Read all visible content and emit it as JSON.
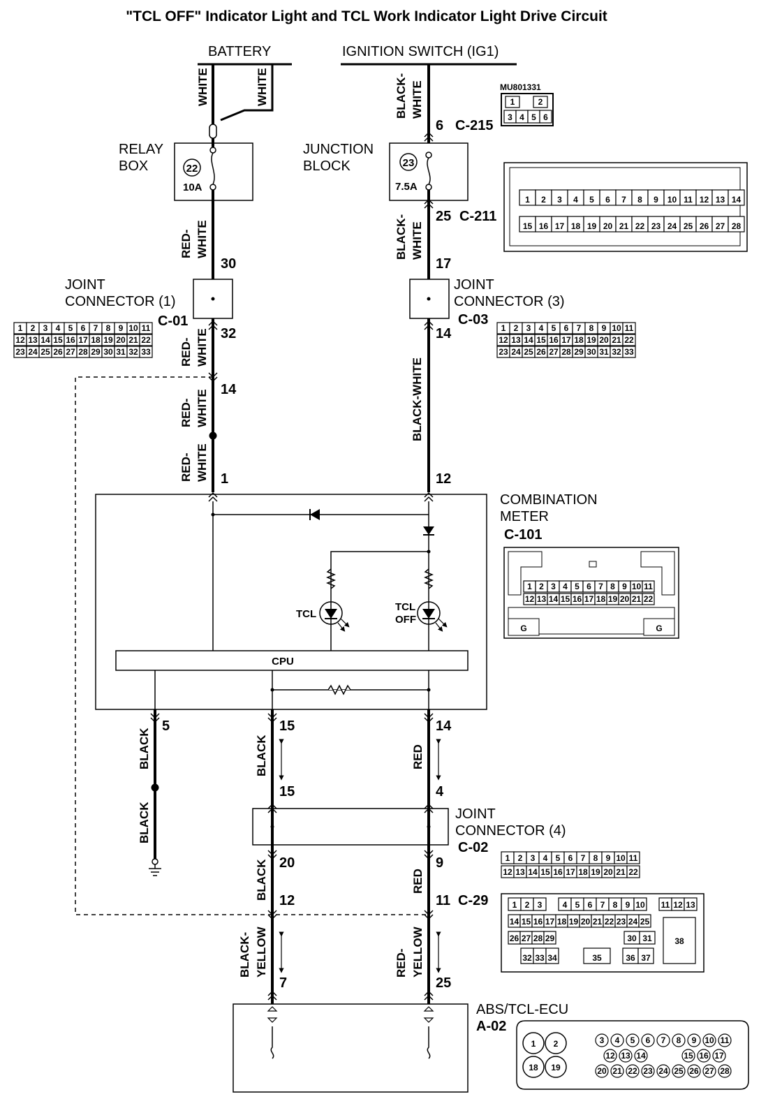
{
  "title": "\"TCL OFF\" Indicator Light and TCL Work Indicator Light Drive Circuit",
  "sources": {
    "battery": "BATTERY",
    "ignition": "IGNITION SWITCH (IG1)"
  },
  "relay_box": {
    "line1": "RELAY",
    "line2": "BOX",
    "fuse_no": "22",
    "fuse_rating": "10A"
  },
  "junction_block": {
    "line1": "JUNCTION",
    "line2": "BLOCK",
    "fuse_no": "23",
    "fuse_rating": "7.5A"
  },
  "joint1": {
    "line1": "JOINT",
    "line2": "CONNECTOR (1)",
    "code": "C-01"
  },
  "joint3": {
    "line1": "JOINT",
    "line2": "CONNECTOR (3)",
    "code": "C-03"
  },
  "joint4": {
    "line1": "JOINT",
    "line2": "CONNECTOR (4)",
    "code": "C-02"
  },
  "meter": {
    "line1": "COMBINATION",
    "line2": "METER",
    "code": "C-101",
    "cpu": "CPU",
    "tcl": "TCL",
    "tcl_off_1": "TCL",
    "tcl_off_2": "OFF"
  },
  "ecu": {
    "name": "ABS/TCL-ECU",
    "code": "A-02"
  },
  "connectors": {
    "c215": "C-215",
    "c211": "C-211",
    "c29": "C-29",
    "mu_part": "MU801331"
  },
  "wire_colors": {
    "white1": "WHITE",
    "white2": "WHITE",
    "bw1_a": "BLACK-",
    "bw1_b": "WHITE",
    "rw1_a": "RED-",
    "rw1_b": "WHITE",
    "bw2_a": "BLACK-",
    "bw2_b": "WHITE",
    "rw2_a": "RED-",
    "rw2_b": "WHITE",
    "rw3_a": "RED-",
    "rw3_b": "WHITE",
    "rw4_a": "RED-",
    "rw4_b": "WHITE",
    "bw_long": "BLACK-WHITE",
    "black1": "BLACK",
    "black2": "BLACK",
    "black3": "BLACK",
    "black4": "BLACK",
    "red1": "RED",
    "red2": "RED",
    "by_a": "BLACK-",
    "by_b": "YELLOW",
    "ry_a": "RED-",
    "ry_b": "YELLOW"
  },
  "pins": {
    "p6": "6",
    "p25": "25",
    "p30": "30",
    "p17": "17",
    "p32": "32",
    "p14a": "14",
    "p14b": "14",
    "p1": "1",
    "p12a": "12",
    "p5": "5",
    "p15a": "15",
    "p14c": "14",
    "p15b": "15",
    "p4": "4",
    "p20": "20",
    "p9": "9",
    "p12b": "12",
    "p11": "11",
    "p7": "7",
    "p25b": "25"
  },
  "grids": {
    "mu_row1": [
      "1",
      "",
      "2"
    ],
    "mu_row2": [
      "3",
      "4",
      "5",
      "6"
    ],
    "c211_row1": [
      "1",
      "2",
      "3",
      "4",
      "5",
      "6",
      "7",
      "8",
      "9",
      "10",
      "11",
      "12",
      "13",
      "14"
    ],
    "c211_row2": [
      "15",
      "16",
      "17",
      "18",
      "19",
      "20",
      "21",
      "22",
      "23",
      "24",
      "25",
      "26",
      "27",
      "28"
    ],
    "j33_row1": [
      "1",
      "2",
      "3",
      "4",
      "5",
      "6",
      "7",
      "8",
      "9",
      "10",
      "11"
    ],
    "j33_row2": [
      "12",
      "13",
      "14",
      "15",
      "16",
      "17",
      "18",
      "19",
      "20",
      "21",
      "22"
    ],
    "j33_row3": [
      "23",
      "24",
      "25",
      "26",
      "27",
      "28",
      "29",
      "30",
      "31",
      "32",
      "33"
    ],
    "c101_row1": [
      "1",
      "2",
      "3",
      "4",
      "5",
      "6",
      "7",
      "8",
      "9",
      "10",
      "11"
    ],
    "c101_row2": [
      "12",
      "13",
      "14",
      "15",
      "16",
      "17",
      "18",
      "19",
      "20",
      "21",
      "22"
    ],
    "c101_ground": "G",
    "c02_row1": [
      "1",
      "2",
      "3",
      "4",
      "5",
      "6",
      "7",
      "8",
      "9",
      "10",
      "11"
    ],
    "c02_row2": [
      "12",
      "13",
      "14",
      "15",
      "16",
      "17",
      "18",
      "19",
      "20",
      "21",
      "22"
    ],
    "c29_row1a": [
      "1",
      "2",
      "3"
    ],
    "c29_row1b": [
      "4",
      "5",
      "6",
      "7",
      "8",
      "9",
      "10"
    ],
    "c29_row1c": [
      "11",
      "12",
      "13"
    ],
    "c29_row2": [
      "14",
      "15",
      "16",
      "17",
      "18",
      "19",
      "20",
      "21",
      "22",
      "23",
      "24",
      "25"
    ],
    "c29_row3a": [
      "26",
      "27",
      "28",
      "29"
    ],
    "c29_row3b": [
      "30",
      "31"
    ],
    "c29_row4a": [
      "32",
      "33",
      "34"
    ],
    "c29_row4b": [
      "35"
    ],
    "c29_row4c": [
      "36",
      "37"
    ],
    "c29_big": "38",
    "a02_big": [
      "1",
      "2",
      "18",
      "19"
    ],
    "a02_row1": [
      "3",
      "4",
      "5",
      "6",
      "7",
      "8",
      "9",
      "10",
      "11"
    ],
    "a02_row2a": [
      "12",
      "13",
      "14"
    ],
    "a02_row2b": [
      "15",
      "16",
      "17"
    ],
    "a02_row3": [
      "20",
      "21",
      "22",
      "23",
      "24",
      "25",
      "26",
      "27",
      "28"
    ]
  }
}
